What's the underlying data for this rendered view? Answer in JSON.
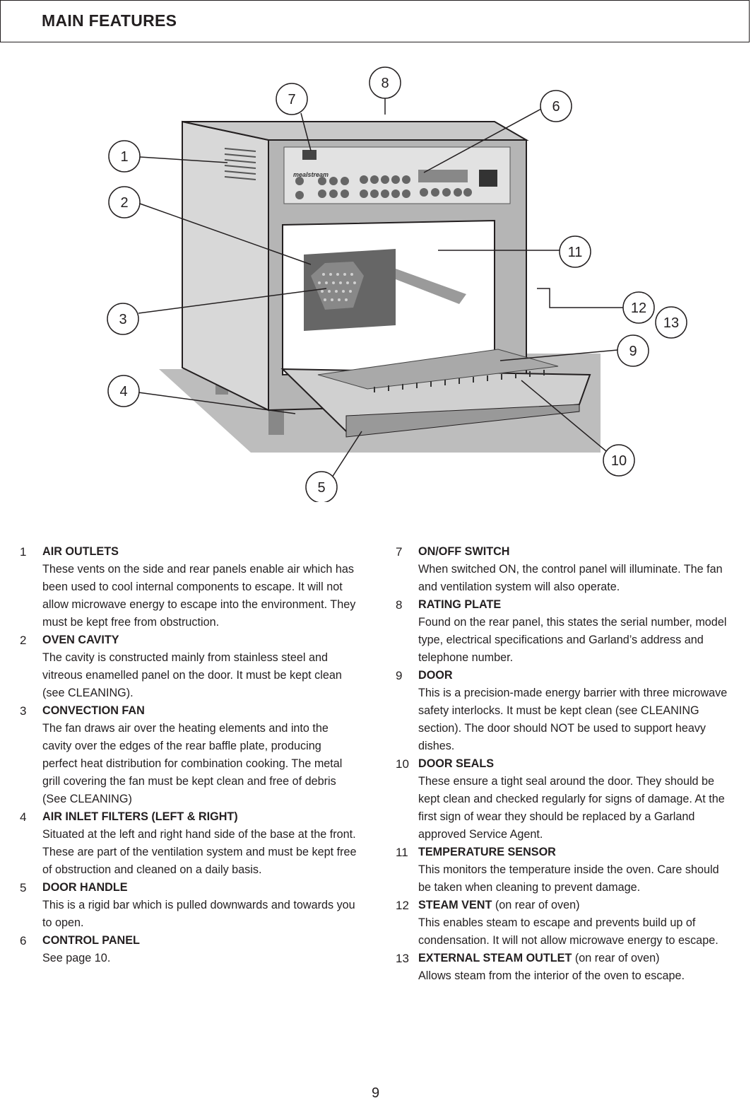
{
  "header": {
    "title": "MAIN FEATURES"
  },
  "diagram": {
    "brand_text": "mealstream",
    "callouts": [
      "1",
      "2",
      "3",
      "4",
      "5",
      "6",
      "7",
      "8",
      "9",
      "10",
      "11",
      "12",
      "13"
    ]
  },
  "features_left": [
    {
      "num": "1",
      "title": "AIR OUTLETS",
      "note": "",
      "body": "These vents on the side and rear panels enable air which has been used to cool internal components to escape. It will not allow microwave energy to escape into the environment. They must be kept free from obstruction."
    },
    {
      "num": "2",
      "title": "OVEN CAVITY",
      "note": "",
      "body": "The cavity is constructed mainly from stainless steel and vitreous enamelled panel on the door.  It must be kept clean (see CLEANING)."
    },
    {
      "num": "3",
      "title": "CONVECTION FAN",
      "note": "",
      "body": "The fan draws air over the heating elements and into the cavity over the edges of the rear baffle plate, producing perfect heat distribution for combination cooking. The metal grill covering the fan must be kept clean and free of debris (See CLEANING)"
    },
    {
      "num": "4",
      "title": "AIR INLET FILTERS (LEFT & RIGHT)",
      "note": "",
      "body": "Situated at the left and right hand side of the base at the front. These are part of the ventilation system and must be kept free of obstruction and cleaned on a daily basis."
    },
    {
      "num": "5",
      "title": "DOOR HANDLE",
      "note": "",
      "body": "This is a rigid bar which is pulled downwards and towards you to open."
    },
    {
      "num": "6",
      "title": "CONTROL PANEL",
      "note": "",
      "body": "See page 10."
    }
  ],
  "features_right": [
    {
      "num": "7",
      "title": "ON/OFF SWITCH",
      "note": "",
      "body": "When switched ON, the control panel will illuminate. The fan and ventilation system will also operate."
    },
    {
      "num": "8",
      "title": "RATING PLATE",
      "note": "",
      "body": "Found on the rear panel, this states the serial number, model type, electrical specifications and Garland’s address and telephone number."
    },
    {
      "num": "9",
      "title": "DOOR",
      "note": "",
      "body": "This is a precision-made energy barrier with three microwave safety interlocks. It must be kept clean (see CLEANING section). The door should NOT be used to support heavy dishes."
    },
    {
      "num": "10",
      "title": "DOOR SEALS",
      "note": "",
      "body": "These ensure a tight seal around the door.  They should be kept clean and checked regularly for signs of damage.  At the first sign of wear they should be replaced by a Garland approved Service Agent."
    },
    {
      "num": "11",
      "title": "TEMPERATURE SENSOR",
      "note": "",
      "body": "This monitors the temperature inside the oven. Care should be taken when cleaning to prevent damage."
    },
    {
      "num": "12",
      "title": "STEAM VENT",
      "note": " (on rear of oven)",
      "body": "This enables steam to escape and prevents build up of condensation. It will not allow microwave energy to escape."
    },
    {
      "num": "13",
      "title": "EXTERNAL STEAM OUTLET",
      "note": " (on rear of oven)",
      "body": "Allows steam from the interior of the oven to escape."
    }
  ],
  "footer": {
    "page_number": "9"
  }
}
